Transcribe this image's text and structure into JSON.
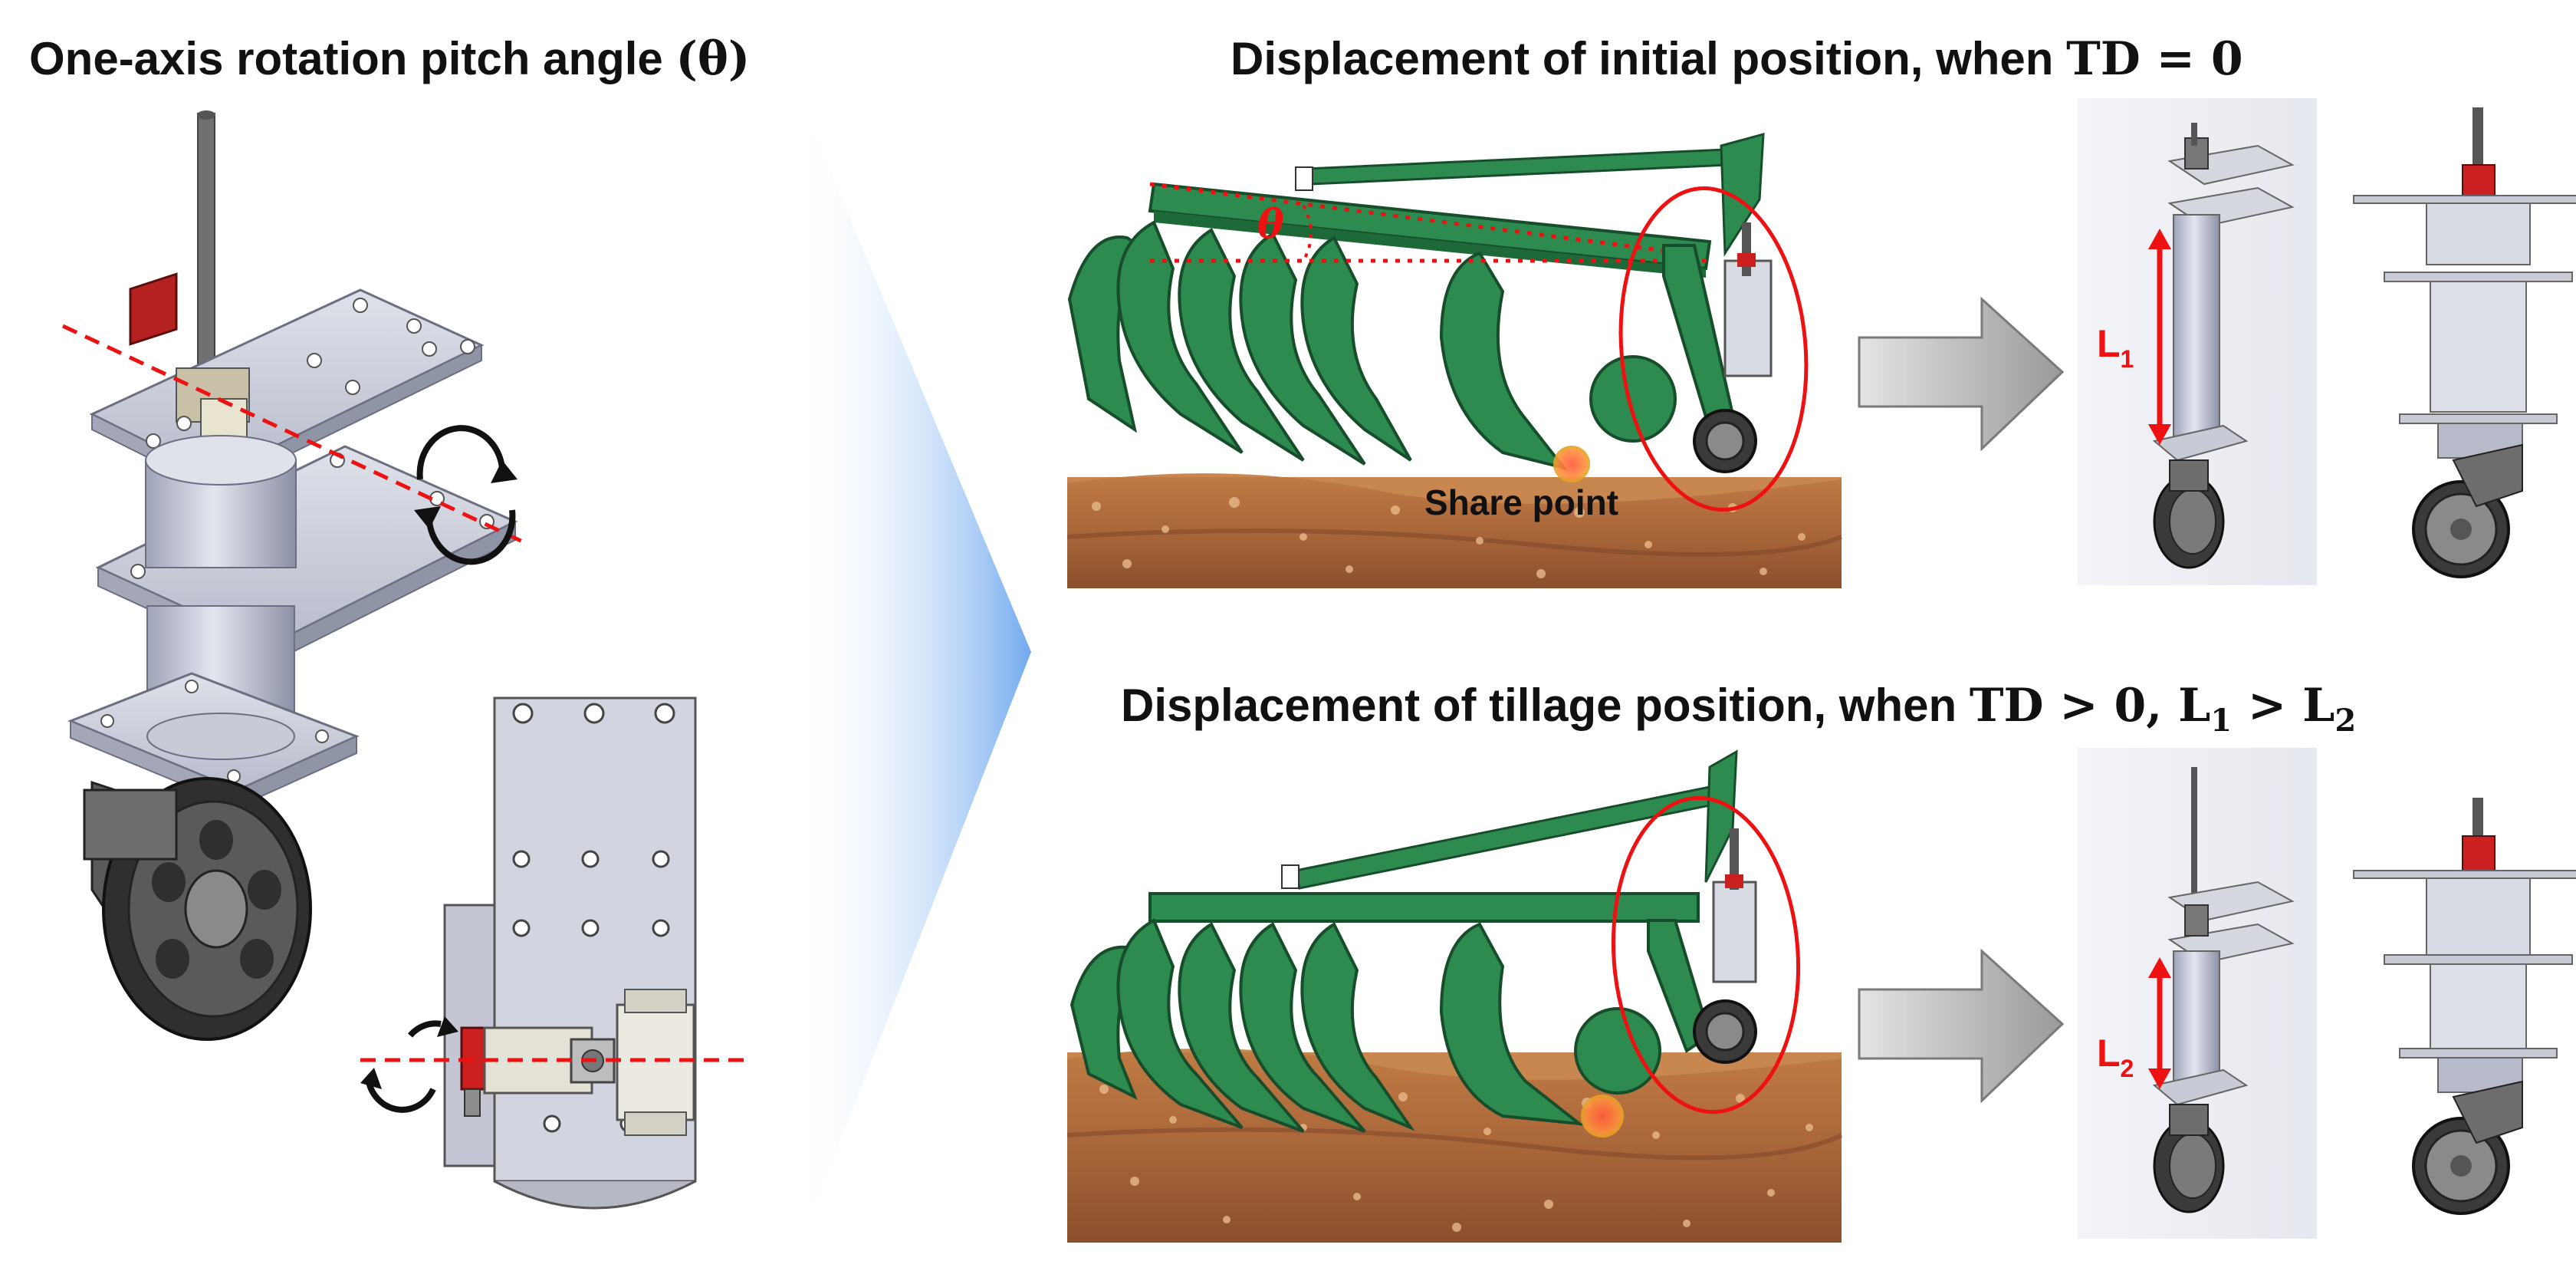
{
  "left_panel": {
    "title": "One-axis rotation pitch angle",
    "title_symbol": "(θ)"
  },
  "top_panel": {
    "title": "Displacement of initial position, when",
    "condition": "TD = 0",
    "theta_label": "θ",
    "share_point_label": "Share point",
    "length_label": "L",
    "length_sub": "1"
  },
  "bottom_panel": {
    "title": "Displacement of tillage position, when",
    "condition_a": "TD > 0, L",
    "condition_a_sub": "1",
    "condition_b": " > L",
    "condition_b_sub": "2",
    "length_label": "L",
    "length_sub": "2"
  },
  "colors": {
    "plow_green": "#2e8b4f",
    "plow_dark": "#1d6a38",
    "marker_red": "#e11",
    "soil_brown": "#b4703c",
    "steel_light": "#d3d6e2",
    "steel_dark": "#8b8fa3",
    "fan_blue": "#7fb2ee",
    "arrow_gray": "#a9a9a9"
  }
}
